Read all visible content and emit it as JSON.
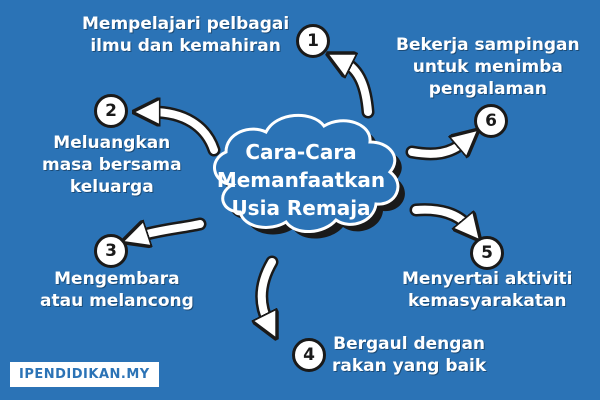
{
  "center": {
    "lines": [
      "Cara-Cara",
      "Memanfaatkan",
      "Usia Remaja"
    ]
  },
  "items": [
    {
      "number": "1",
      "lines": [
        "Mempelajari pelbagai",
        "ilmu dan kemahiran"
      ]
    },
    {
      "number": "2",
      "lines": [
        "Meluangkan",
        "masa bersama",
        "keluarga"
      ]
    },
    {
      "number": "3",
      "lines": [
        "Mengembara",
        "atau melancong"
      ]
    },
    {
      "number": "4",
      "lines": [
        "Bergaul dengan",
        "rakan yang baik"
      ]
    },
    {
      "number": "5",
      "lines": [
        "Menyertai aktiviti",
        "kemasyarakatan"
      ]
    },
    {
      "number": "6",
      "lines": [
        "Bekerja sampingan",
        "untuk menimba",
        "pengalaman"
      ]
    }
  ],
  "brand": "IPENDIDIKAN.MY",
  "colors": {
    "background": "#2b73b6",
    "arrow": "#ffffff",
    "outline": "#1a1a1a"
  }
}
